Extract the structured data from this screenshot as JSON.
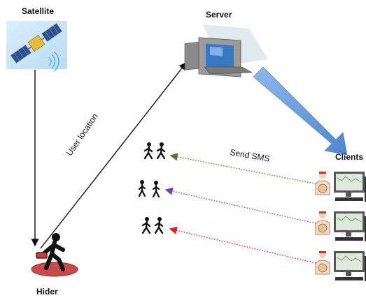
{
  "labels": {
    "satellite": "Satellite",
    "server": "Server",
    "clients": "Clients",
    "hider": "Hider",
    "user_location": "User location",
    "send_sms": "Send SMS"
  },
  "colors": {
    "arrow_black": "#111111",
    "big_arrow": "#6fa0dc",
    "sms_olive": "#6b6b3a",
    "sms_purple": "#7a3fb0",
    "sms_red": "#e02020",
    "hider_base": "#c94a4a",
    "phone": "#d33a2a"
  },
  "icons": {
    "satellite": "satellite-icon",
    "server": "desktop-computer-icon",
    "client": "client-at-computer-icon",
    "walkers": "walking-people-icon",
    "hider": "running-person-icon"
  }
}
